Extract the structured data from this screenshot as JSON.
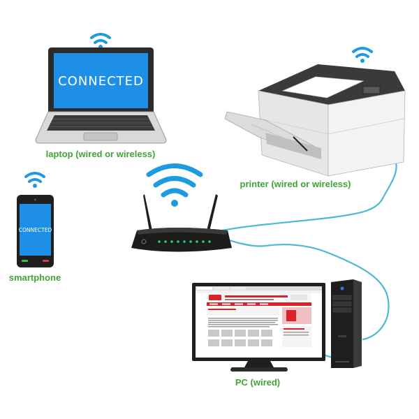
{
  "colors": {
    "label_green": "#3fa535",
    "wifi_blue": "#1e9be0",
    "cable": "#49b9d6",
    "screen_blue": "#1e8fe6"
  },
  "laptop": {
    "screen_text": "CONNECTED",
    "label": "laptop (wired or wireless)"
  },
  "smartphone": {
    "screen_text": "CONNECTED",
    "label": "smartphone"
  },
  "printer": {
    "label": "printer (wired or wireless)"
  },
  "pc": {
    "label": "PC (wired)"
  },
  "icons": [
    "wifi-icon",
    "laptop-icon",
    "smartphone-icon",
    "router-icon",
    "printer-icon",
    "monitor-icon",
    "pc-tower-icon",
    "ethernet-cable"
  ]
}
